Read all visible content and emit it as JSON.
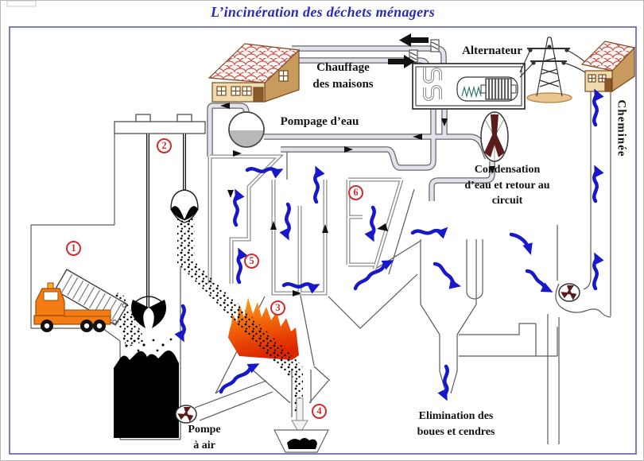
{
  "title": "L’incinération des déchets ménagers",
  "labels": {
    "heating_line1": "Chauffage",
    "heating_line2": "des maisons",
    "alternator": "Alternateur",
    "water_pumping": "Pompage d’eau",
    "condensation_line1": "Condensation",
    "condensation_line2": "d’eau et retour au",
    "condensation_line3": "circuit",
    "chimney": "Cheminée",
    "disposal_line1": "Elimination des",
    "disposal_line2": "boues et cendres",
    "air_pump_line1": "Pompe",
    "air_pump_line2": "à air"
  },
  "steps": [
    "1",
    "2",
    "3",
    "4",
    "5",
    "6"
  ],
  "colors": {
    "title_blue": "#2a2ab8",
    "frame_blue": "#5b5bb0",
    "arrow_blue": "#1718c9",
    "step_red": "#d32b2b",
    "truck_orange": "#f57c14",
    "fire_top_orange": "#ffa81e",
    "fire_base_red": "#dd2500",
    "fan_dark_red": "#5a1d1d",
    "roof_tile_red": "#c84040",
    "wall_tan": "#eedcae",
    "pipe_gray": "#e2e2ec",
    "waste_black": "#000000"
  },
  "icons": {
    "dump_truck": "dump-truck-icon",
    "open_grab": "open-grab-crane-icon",
    "closed_grab": "closed-grab-crane-icon",
    "water_tank": "water-tank-icon",
    "fire": "fire-icon",
    "condensation_fan": "fan-icon",
    "air_pump_fan": "fan-icon",
    "draft_fan": "fan-icon",
    "left_house": "house-icon",
    "right_house": "house-icon",
    "pylon": "power-pylon-icon",
    "ash_hopper": "ash-container-icon"
  }
}
